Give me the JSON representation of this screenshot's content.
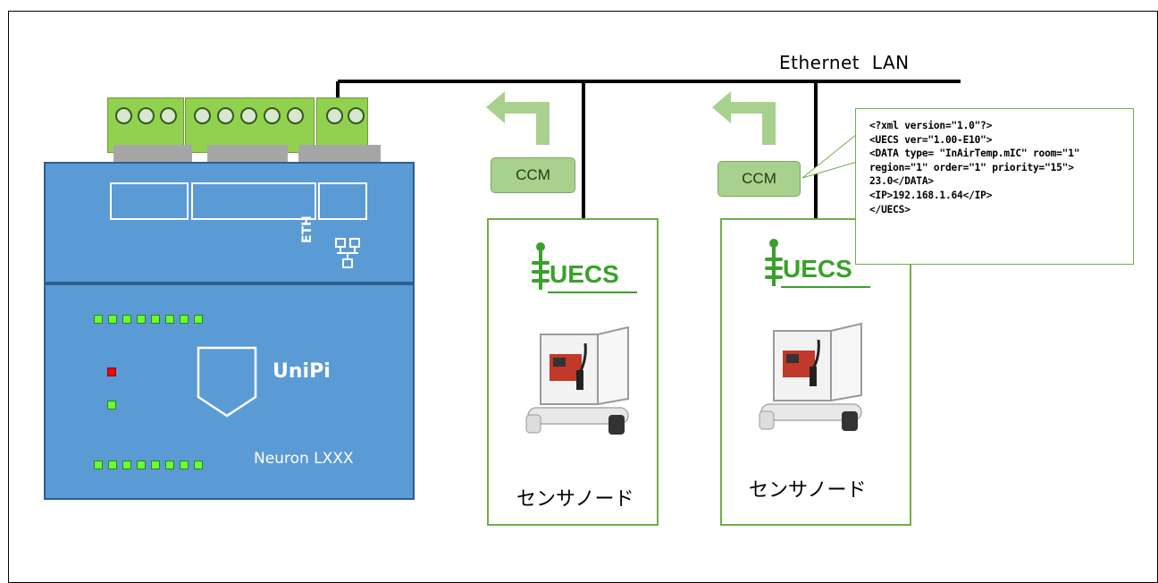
{
  "network": {
    "lan_label": "Ethernet  LAN"
  },
  "controller": {
    "brand": "UniPi",
    "model": "Neuron LXXX",
    "eth_label": "ETH",
    "icons": [
      "terminal-screw-icon",
      "network-icon",
      "shield-badge-icon"
    ]
  },
  "ccm_packets": [
    {
      "label": "CCM"
    },
    {
      "label": "CCM"
    }
  ],
  "nodes": [
    {
      "logo_text": "UECS",
      "label": "センサノード"
    },
    {
      "logo_text": "UECS",
      "label": "センサノード"
    }
  ],
  "xml_callout": {
    "lines": [
      "<?xml version=\"1.0\"?>",
      "<UECS ver=\"1.00-E10\">",
      "<DATA type= \"InAirTemp.mIC\" room=\"1\"",
      "region=\"1\" order=\"1\" priority=\"15\">",
      "23.0</DATA>",
      "<IP>192.168.1.64</IP>",
      "</UECS>"
    ]
  },
  "colors": {
    "unipi_blue": "#5b9bd5",
    "terminal_green": "#92d050",
    "ccm_green": "#a9d18e",
    "node_border": "#70ad47",
    "uecs_green": "#3aa12a",
    "led_green": "#66ff33",
    "led_red": "#ff0000"
  }
}
